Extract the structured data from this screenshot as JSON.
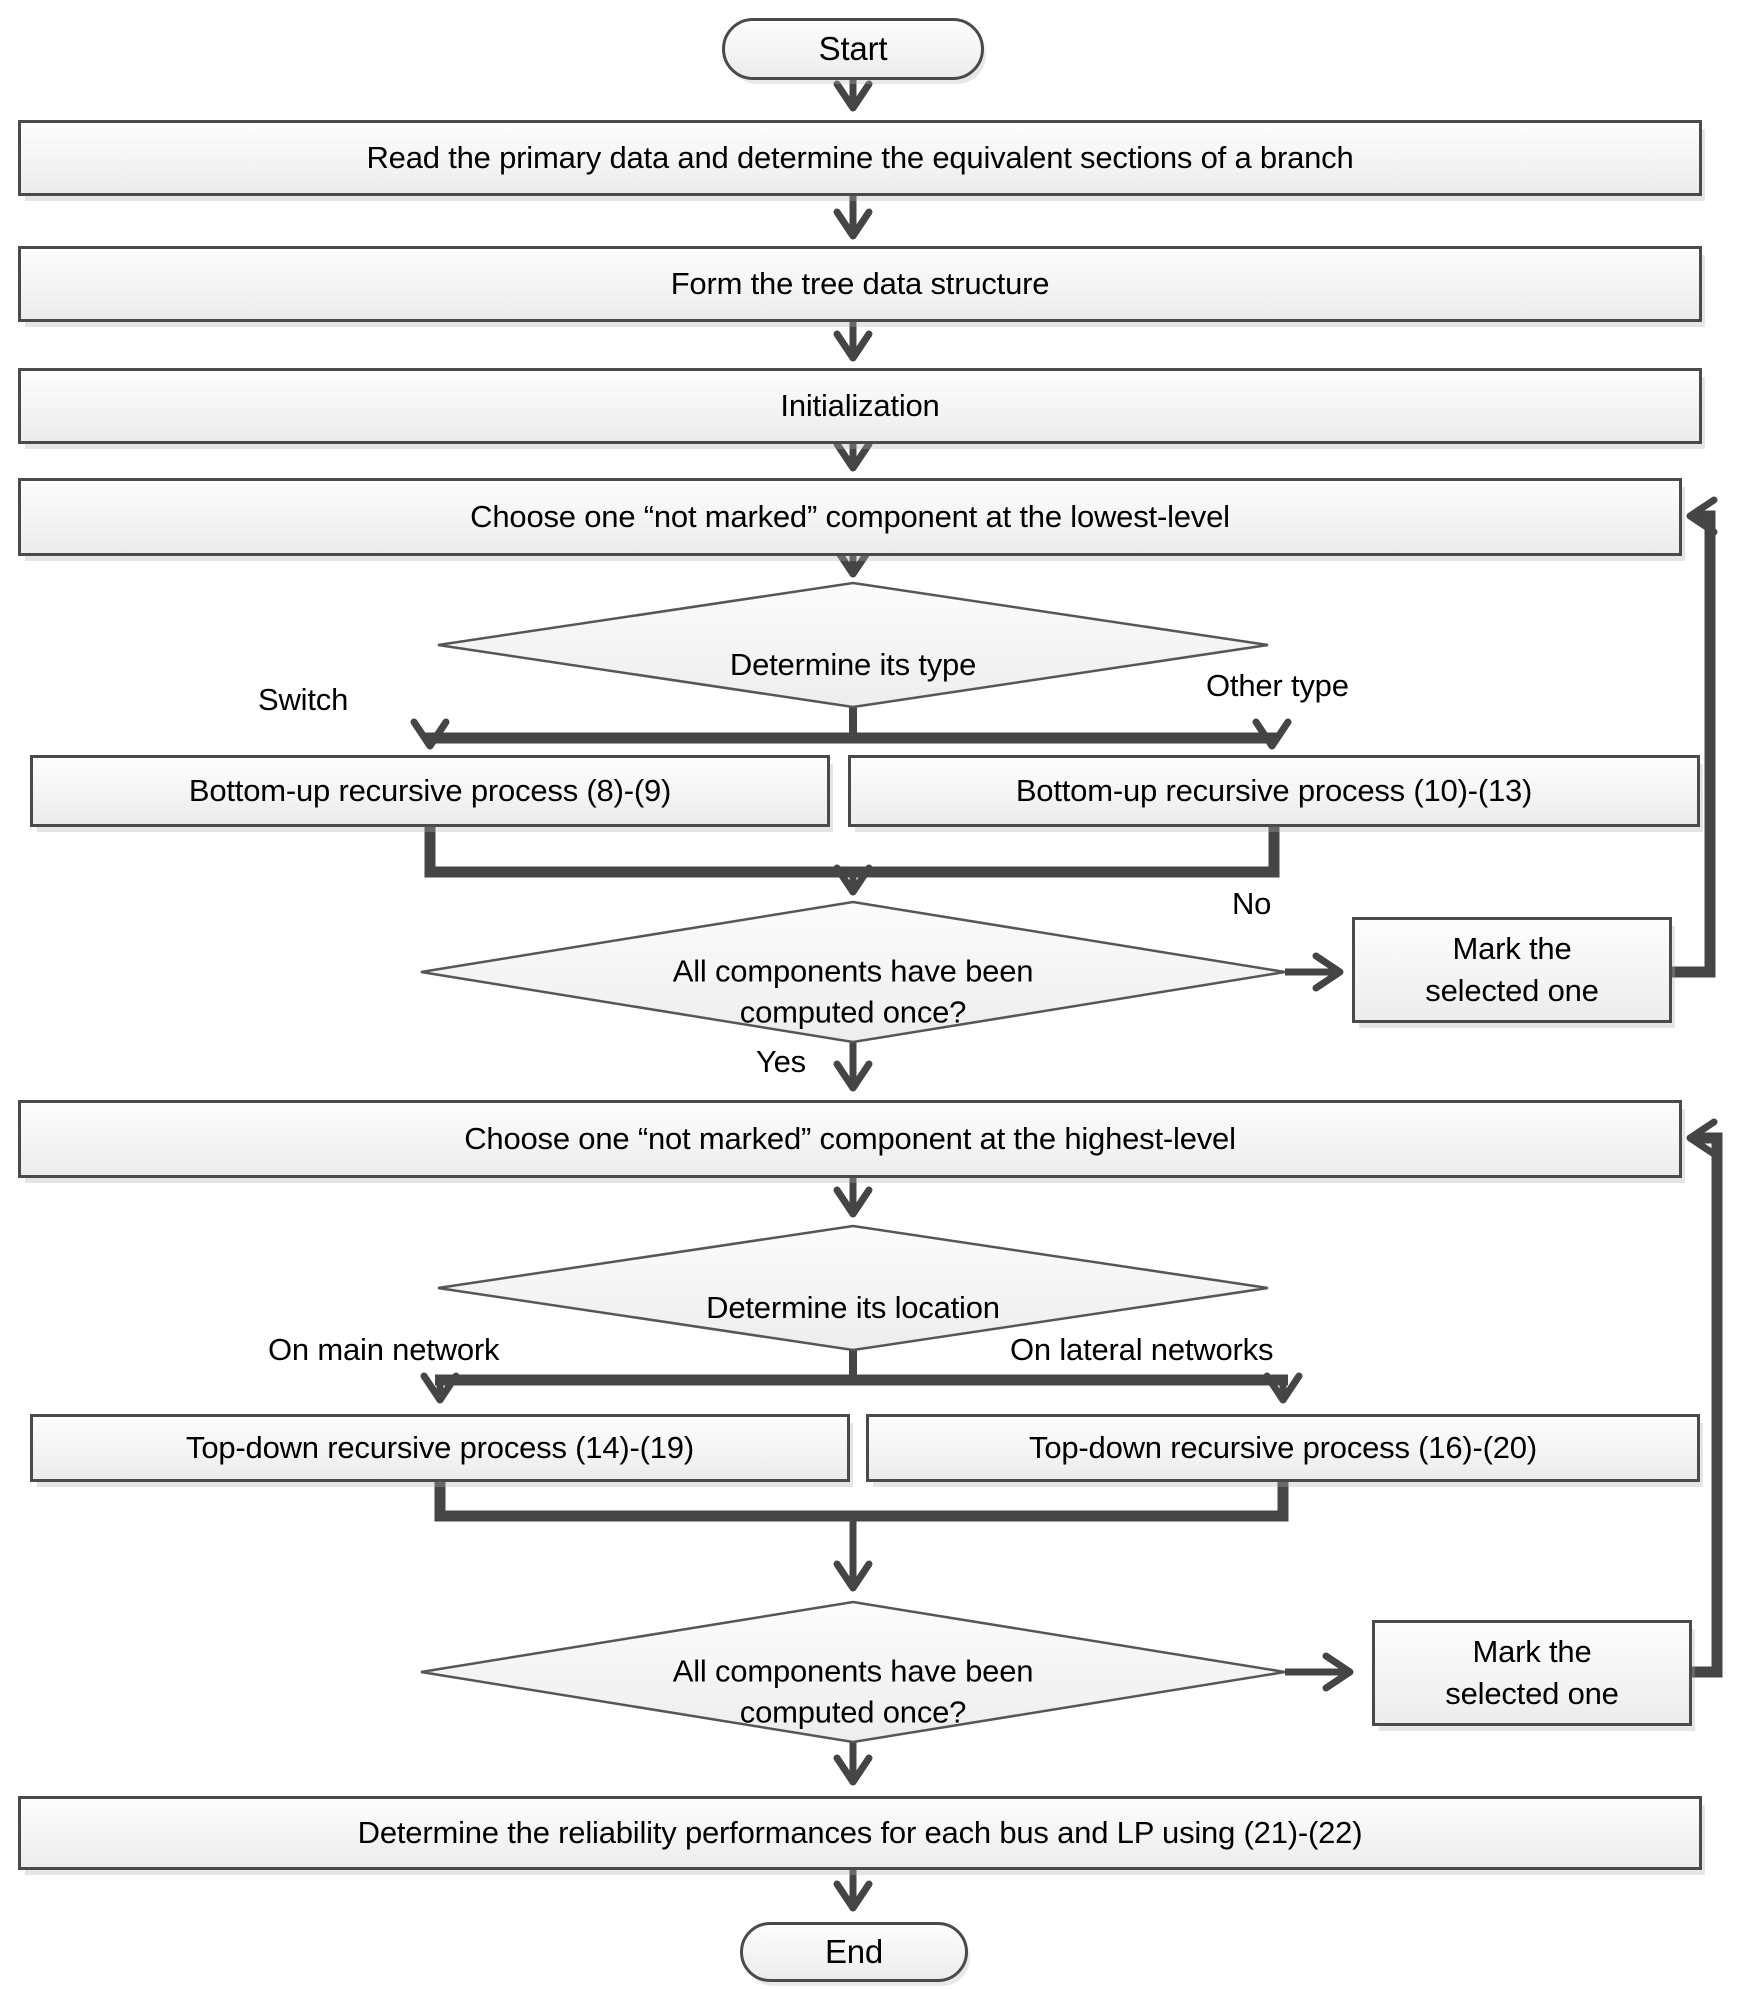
{
  "nodes": {
    "start": "Start",
    "read_primary": "Read the primary data and determine the equivalent sections of a branch",
    "form_tree": "Form the tree data structure",
    "initialization": "Initialization",
    "choose_lowest": "Choose one “not marked” component at the lowest-level",
    "determine_type": "Determine its type",
    "bottom_up_switch": "Bottom-up recursive process (8)-(9)",
    "bottom_up_other": "Bottom-up recursive process (10)-(13)",
    "all_computed_first": "All components have been\ncomputed once?",
    "mark_selected_first": "Mark the\nselected one",
    "choose_highest": "Choose one “not marked” component at the highest-level",
    "determine_location": "Determine its location",
    "top_down_main": "Top-down recursive process (14)-(19)",
    "top_down_lateral": "Top-down recursive process (16)-(20)",
    "all_computed_second": "All components have been\ncomputed once?",
    "mark_selected_second": "Mark the\nselected one",
    "determine_reliability": "Determine the reliability performances for each bus and LP using (21)-(22)",
    "end": "End"
  },
  "edge_labels": {
    "switch": "Switch",
    "other_type": "Other type",
    "no": "No",
    "yes": "Yes",
    "on_main": "On main network",
    "on_lateral": "On lateral networks"
  },
  "colors": {
    "node_border": "#4a4a4a",
    "connector": "#454545",
    "node_fill_top": "#fdfdfd",
    "node_fill_bottom": "#ececec",
    "text": "#000000"
  }
}
